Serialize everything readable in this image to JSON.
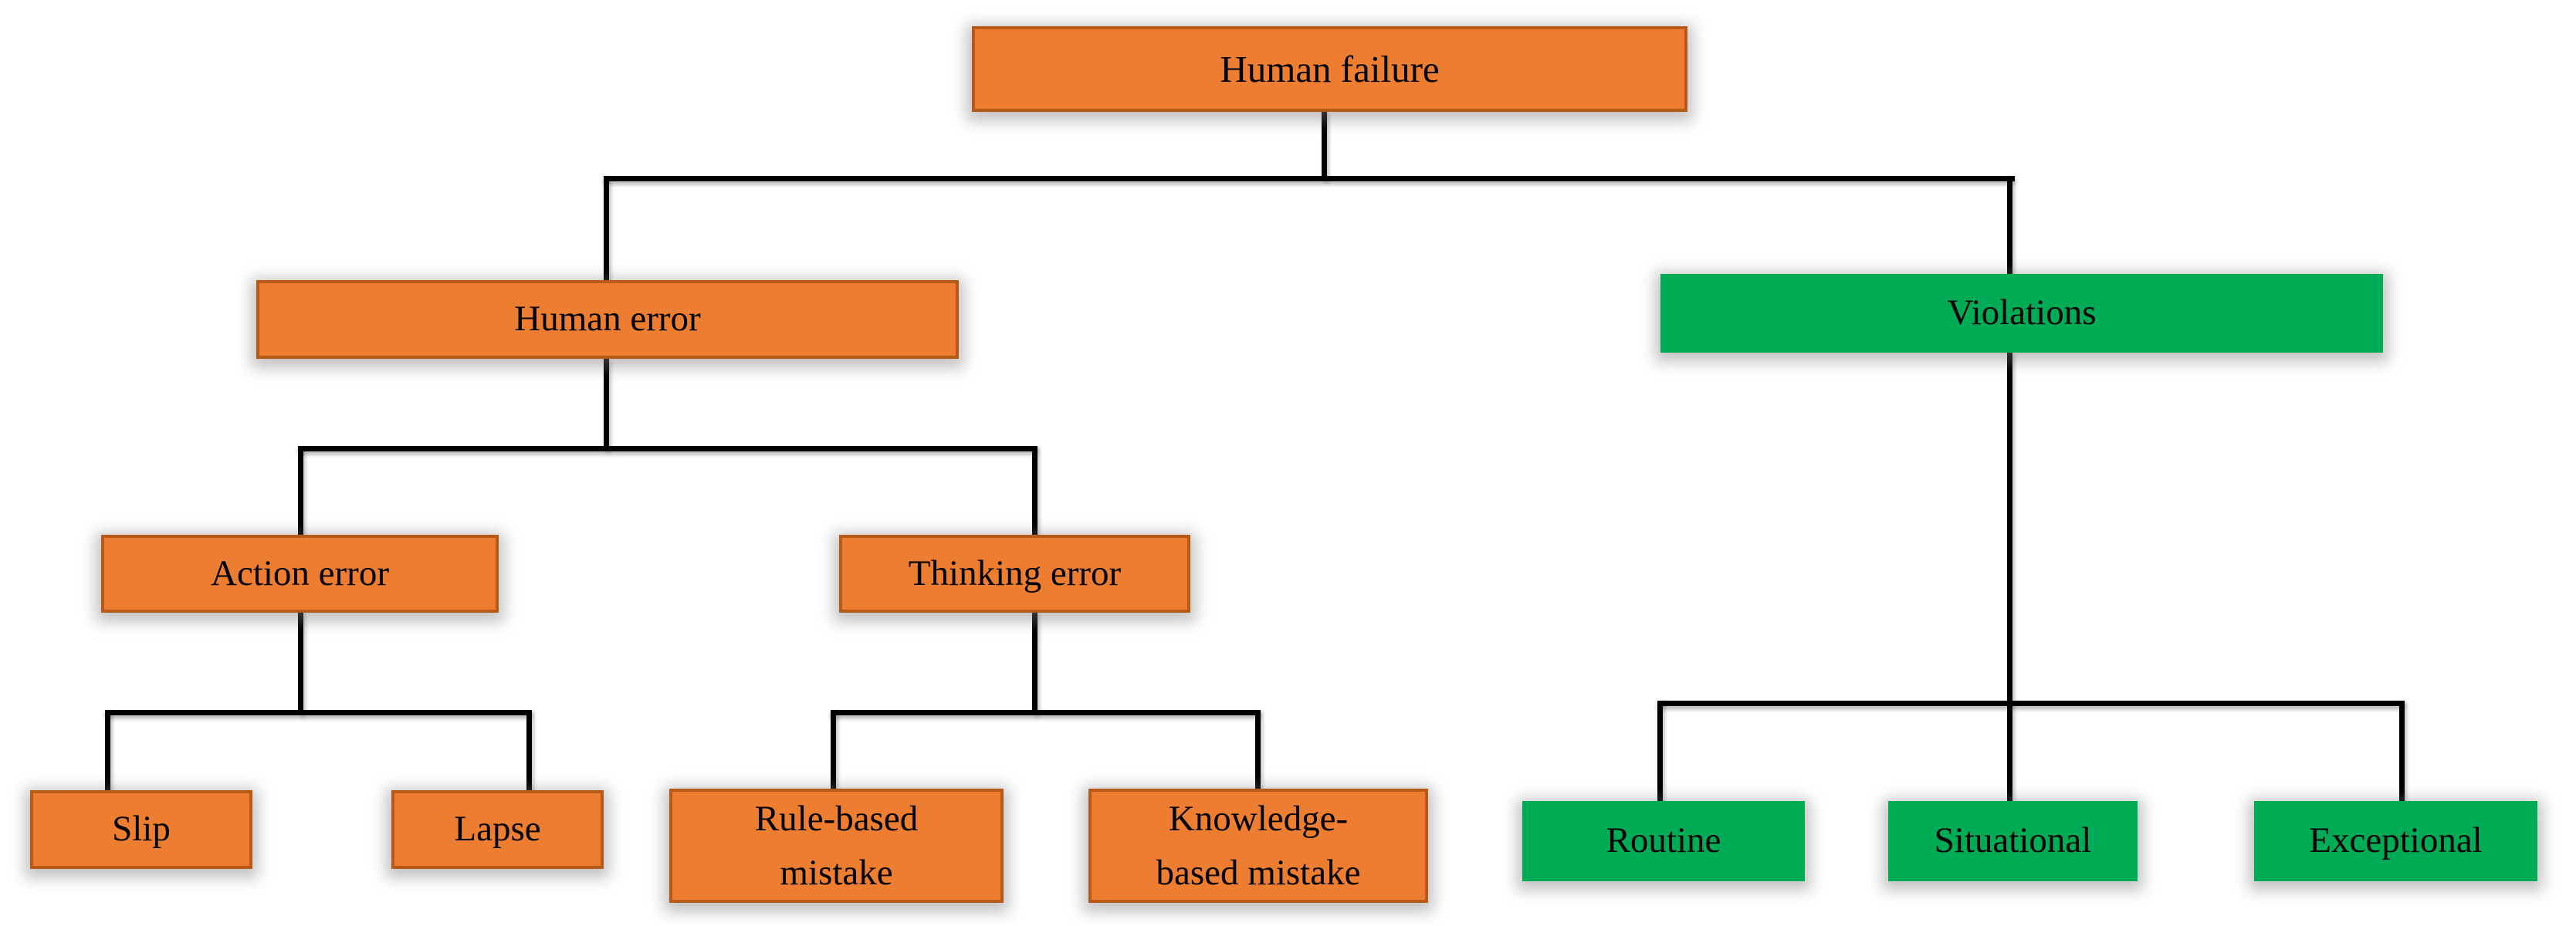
{
  "diagram": {
    "type": "tree",
    "background": "#ffffff",
    "line_color": "#000000",
    "palette": {
      "orange_fill": "#ed7d31",
      "orange_border": "#b85a17",
      "green_fill": "#00ab55",
      "text": "#000000"
    },
    "nodes": {
      "human_failure": {
        "label": "Human failure",
        "color": "orange",
        "level": 1
      },
      "human_error": {
        "label": "Human error",
        "color": "orange",
        "level": 2,
        "parent": "human_failure"
      },
      "violations": {
        "label": "Violations",
        "color": "green",
        "level": 2,
        "parent": "human_failure"
      },
      "action_error": {
        "label": "Action error",
        "color": "orange",
        "level": 3,
        "parent": "human_error"
      },
      "thinking_error": {
        "label": "Thinking error",
        "color": "orange",
        "level": 3,
        "parent": "human_error"
      },
      "slip": {
        "label": "Slip",
        "color": "orange",
        "level": 4,
        "parent": "action_error"
      },
      "lapse": {
        "label": "Lapse",
        "color": "orange",
        "level": 4,
        "parent": "action_error"
      },
      "rule_based_mistake": {
        "label": "Rule-based\nmistake",
        "color": "orange",
        "level": 4,
        "parent": "thinking_error"
      },
      "knowledge_based_mistake": {
        "label": "Knowledge-\nbased mistake",
        "color": "orange",
        "level": 4,
        "parent": "thinking_error"
      },
      "routine": {
        "label": "Routine",
        "color": "green",
        "level": 4,
        "parent": "violations"
      },
      "situational": {
        "label": "Situational",
        "color": "green",
        "level": 4,
        "parent": "violations"
      },
      "exceptional": {
        "label": "Exceptional",
        "color": "green",
        "level": 4,
        "parent": "violations"
      }
    }
  }
}
